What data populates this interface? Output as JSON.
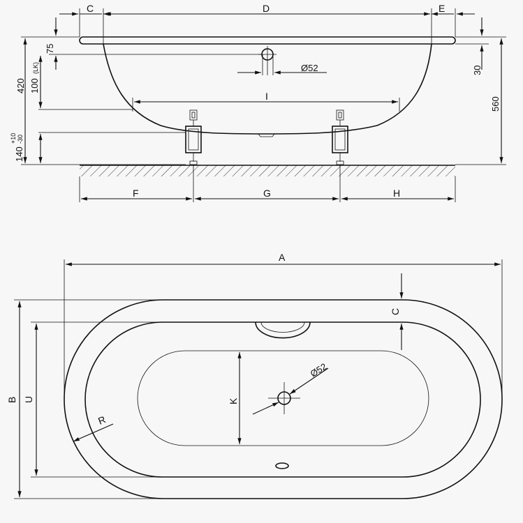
{
  "side_view": {
    "dim_c": "C",
    "dim_d": "D",
    "dim_e": "E",
    "dim_75": "75",
    "dim_420": "420",
    "dim_100": "100",
    "dim_100_note": "(LK)",
    "dim_30": "30",
    "dim_560": "560",
    "dim_140": "140",
    "dim_minus30": "-30",
    "dim_plus10": "+10",
    "dim_i": "I",
    "drain_diameter": "Ø52",
    "dim_f": "F",
    "dim_g": "G",
    "dim_h": "H"
  },
  "top_view": {
    "dim_a": "A",
    "dim_b": "B",
    "dim_u": "U",
    "dim_c": "C",
    "dim_k": "K",
    "dim_r": "R",
    "drain_diameter": "Ø52"
  },
  "colors": {
    "background": "#f7f7f7",
    "line": "#111111"
  }
}
